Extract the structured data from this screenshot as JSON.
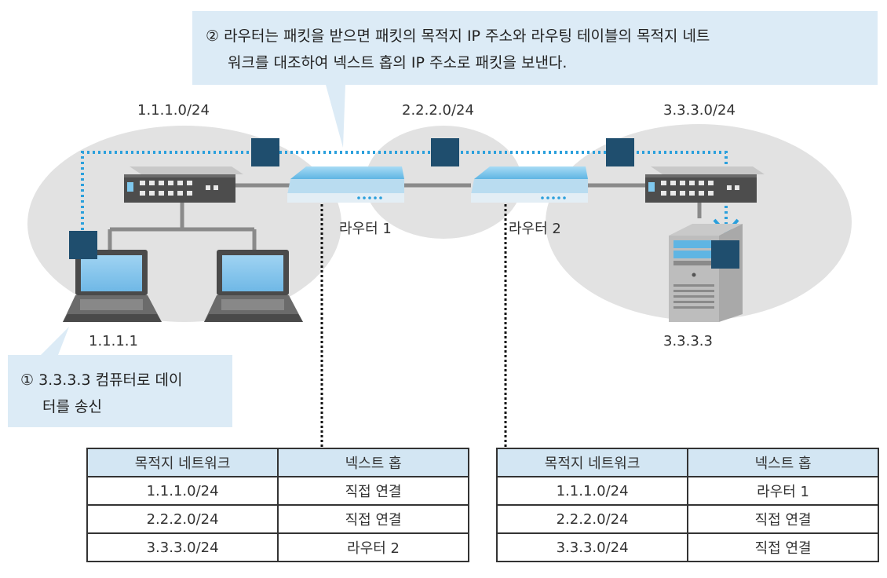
{
  "callouts": {
    "router_step": "② 라우터는 패킷을 받으면 패킷의 목적지 IP 주소와 라우팅 테이블의 목적지 네트",
    "router_step_line2": "워크를 대조하여 넥스트 홉의 IP 주소로 패킷을 보낸다.",
    "host_step": "① 3.3.3.3 컴퓨터로 데이",
    "host_step_line2": "터를 송신"
  },
  "networks": {
    "left": "1.1.1.0/24",
    "middle": "2.2.2.0/24",
    "right": "3.3.3.0/24"
  },
  "routers": {
    "router1": "라우터 1",
    "router2": "라우터 2"
  },
  "hosts": {
    "sender_ip": "1.1.1.1",
    "server_ip": "3.3.3.3"
  },
  "colors": {
    "network_fill": "#e2e2e2",
    "callout_fill": "#dcebf6",
    "packet": "#1f4e6e",
    "path": "#2ba0dc",
    "router_top": "#7fc8ee",
    "table_header": "#d3e6f3"
  },
  "tables": {
    "router1": {
      "headers": [
        "목적지 네트워크",
        "넥스트 홉"
      ],
      "rows": [
        [
          "1.1.1.0/24",
          "직접 연결"
        ],
        [
          "2.2.2.0/24",
          "직접 연결"
        ],
        [
          "3.3.3.0/24",
          "라우터 2"
        ]
      ]
    },
    "router2": {
      "headers": [
        "목적지 네트워크",
        "넥스트 홉"
      ],
      "rows": [
        [
          "1.1.1.0/24",
          "라우터 1"
        ],
        [
          "2.2.2.0/24",
          "직접 연결"
        ],
        [
          "3.3.3.0/24",
          "직접 연결"
        ]
      ]
    }
  }
}
